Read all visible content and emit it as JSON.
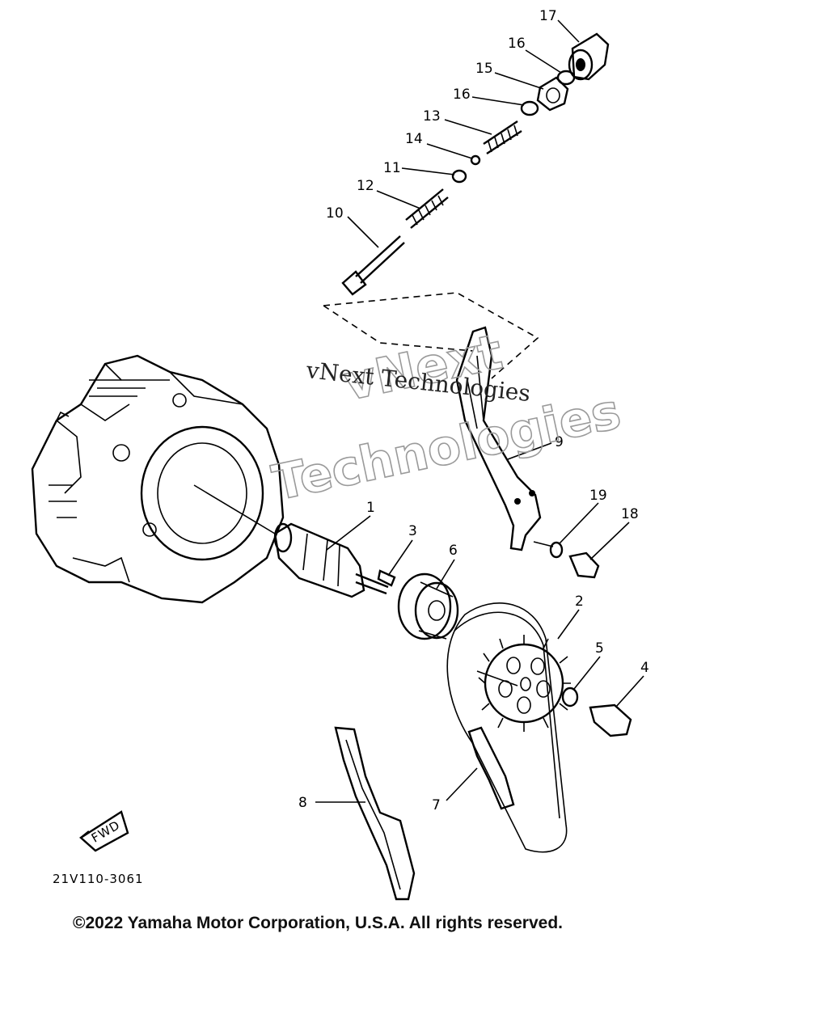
{
  "callouts": [
    {
      "id": "17",
      "text": "17"
    },
    {
      "id": "16a",
      "text": "16"
    },
    {
      "id": "15",
      "text": "15"
    },
    {
      "id": "16b",
      "text": "16"
    },
    {
      "id": "13",
      "text": "13"
    },
    {
      "id": "14",
      "text": "14"
    },
    {
      "id": "11",
      "text": "11"
    },
    {
      "id": "12",
      "text": "12"
    },
    {
      "id": "10",
      "text": "10"
    },
    {
      "id": "9",
      "text": "9"
    },
    {
      "id": "19",
      "text": "19"
    },
    {
      "id": "18",
      "text": "18"
    },
    {
      "id": "1",
      "text": "1"
    },
    {
      "id": "3",
      "text": "3"
    },
    {
      "id": "6",
      "text": "6"
    },
    {
      "id": "2",
      "text": "2"
    },
    {
      "id": "5",
      "text": "5"
    },
    {
      "id": "4",
      "text": "4"
    },
    {
      "id": "8",
      "text": "8"
    },
    {
      "id": "7",
      "text": "7"
    }
  ],
  "watermark": {
    "line_mono": "vNext Technologies",
    "line_outline_1": "vNext",
    "line_outline_2": "Technologies"
  },
  "fwd_mark": "FWD",
  "drawing_code": "21V110-3061",
  "copyright": "©2022 Yamaha Motor Corporation, U.S.A. All rights reserved."
}
